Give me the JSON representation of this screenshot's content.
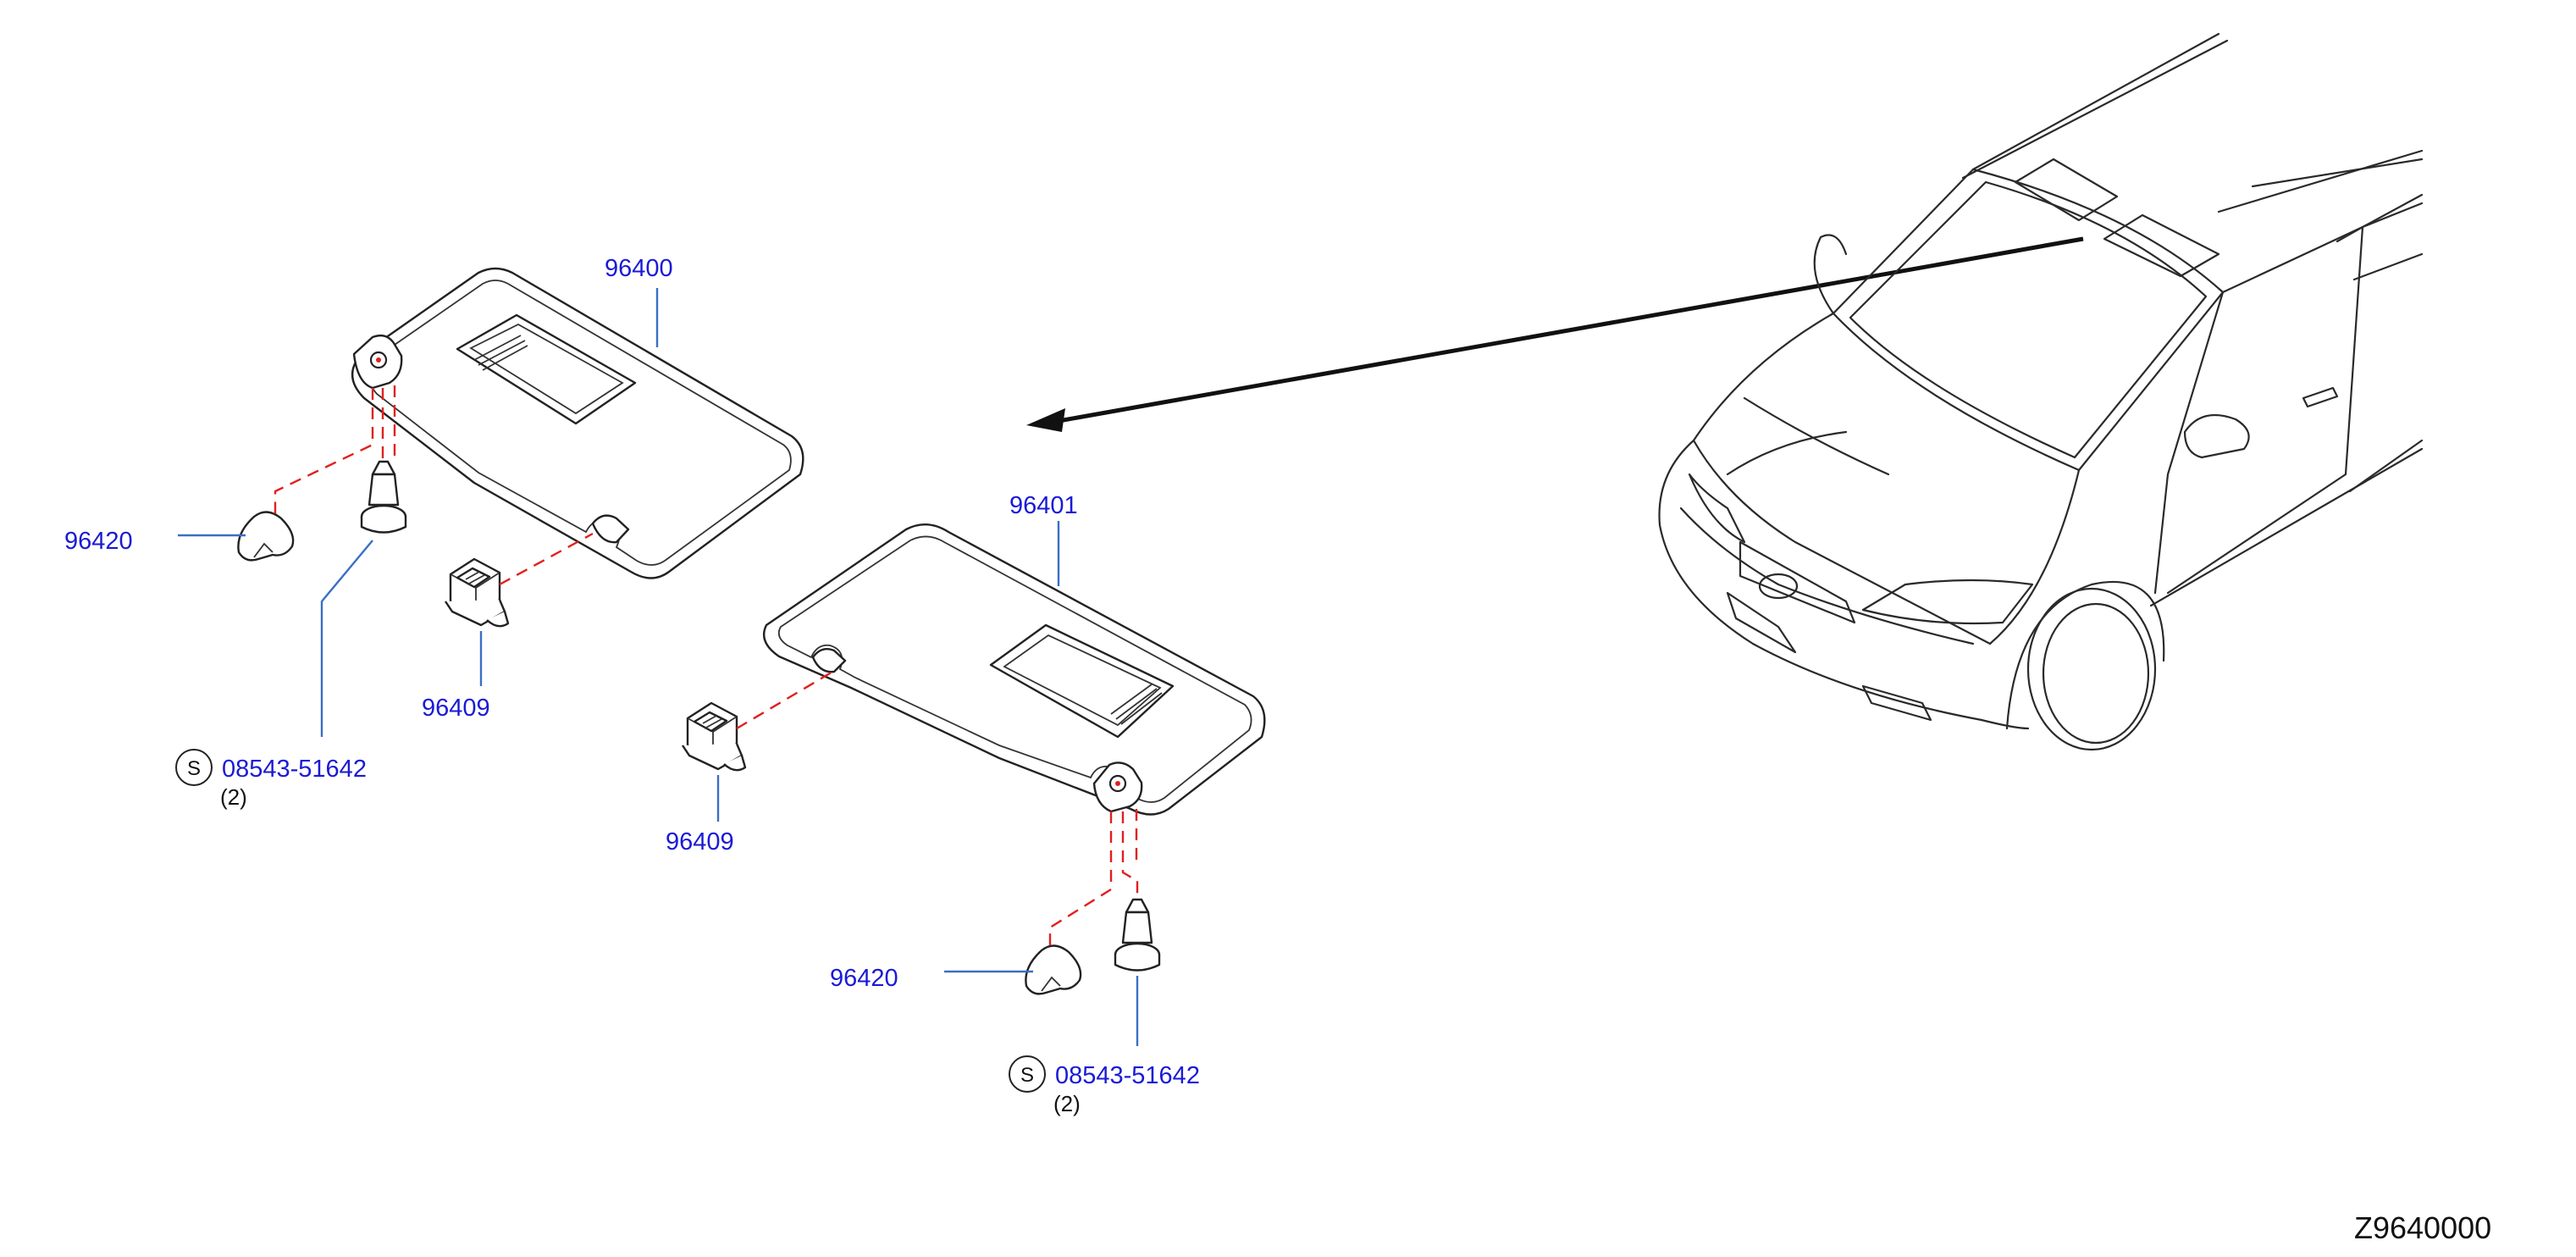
{
  "callouts": {
    "visor_left": "96400",
    "visor_right": "96401",
    "holder_left": "96409",
    "holder_right": "96409",
    "cover_left": "96420",
    "cover_right": "96420",
    "screw_left": "08543-51642",
    "screw_right": "08543-51642"
  },
  "quantities": {
    "screw_left": "(2)",
    "screw_right": "(2)"
  },
  "standard_symbol": {
    "left": "S",
    "right": "S"
  },
  "reference_code": "Z9640000",
  "colors": {
    "callout_text": "#1a1ad6",
    "leader_line": "#3a6fc4",
    "assembly_dash": "#e02020",
    "linework": "#222222"
  }
}
